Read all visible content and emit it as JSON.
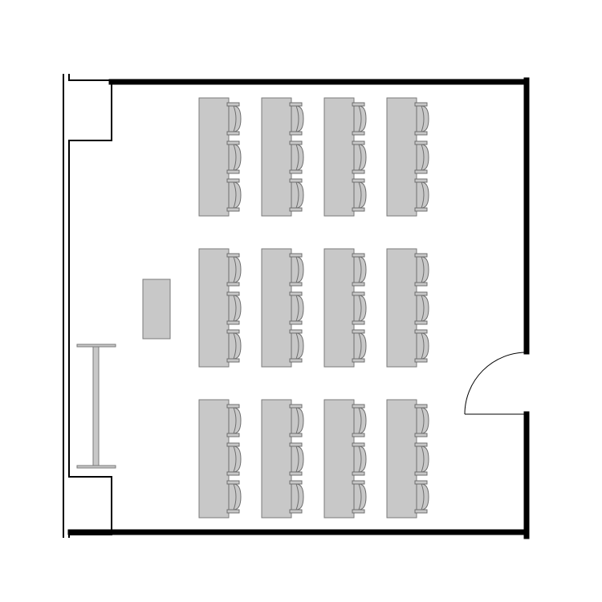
{
  "plan": {
    "type": "classroom-floor-plan",
    "table_rows": 3,
    "table_columns": 4,
    "chairs_per_table": 3,
    "has_teacher_desk": true,
    "has_whiteboard": true,
    "has_door": true,
    "colors": {
      "wall": "#000000",
      "furniture_fill": "#c8c8c8",
      "furniture_stroke": "#7a7a7a",
      "background": "#ffffff"
    }
  }
}
